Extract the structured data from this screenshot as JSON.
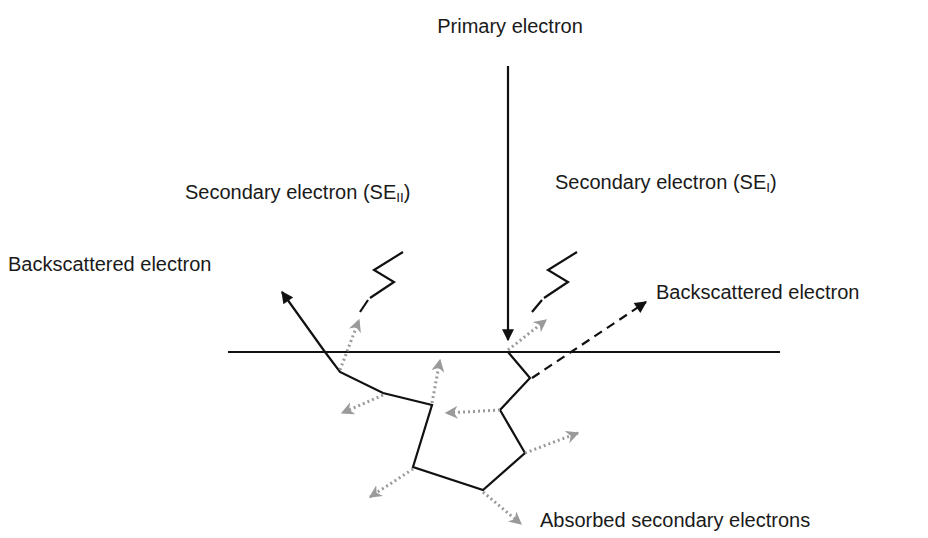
{
  "diagram": {
    "labels": [
      "Primary electron",
      "Secondary electron (SEII)",
      "Secondary electron (SEI)",
      "Backscattered electron",
      "Backscattered electron",
      "Absorbed secondary electrons"
    ]
  }
}
